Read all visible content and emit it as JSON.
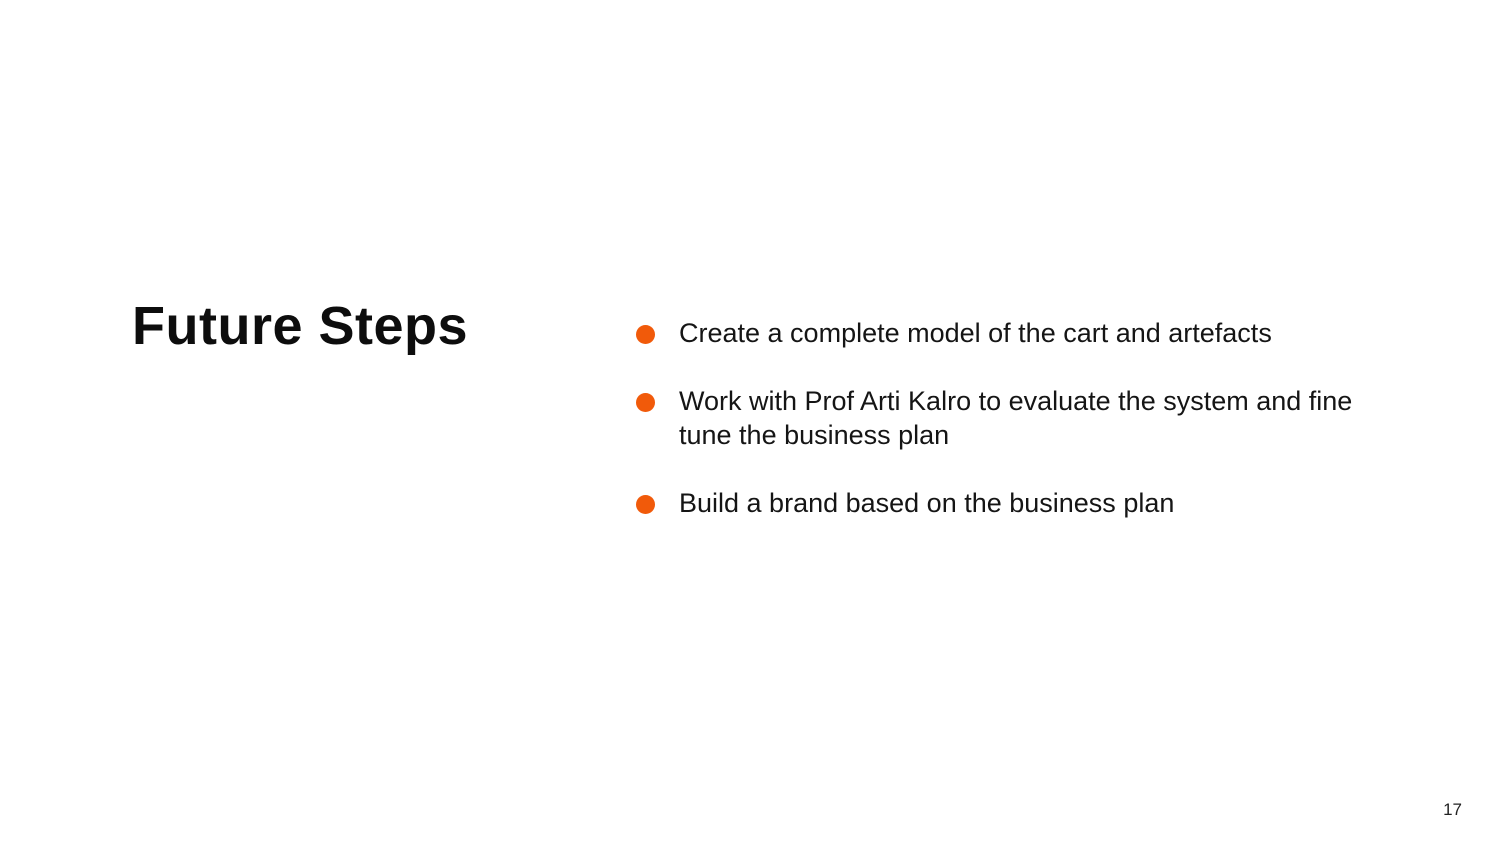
{
  "slide": {
    "title": "Future Steps",
    "bullets": [
      {
        "text": "Create a complete model of the cart and artefacts"
      },
      {
        "text": "Work with Prof Arti Kalro to evaluate the system and fine tune the business plan"
      },
      {
        "text": "Build a brand based on the business plan"
      }
    ],
    "page_number": "17",
    "bullet_icon": "filled-circle-icon"
  },
  "colors": {
    "accent": "#F15A0A",
    "text": "#111111",
    "background": "#FFFFFF"
  }
}
